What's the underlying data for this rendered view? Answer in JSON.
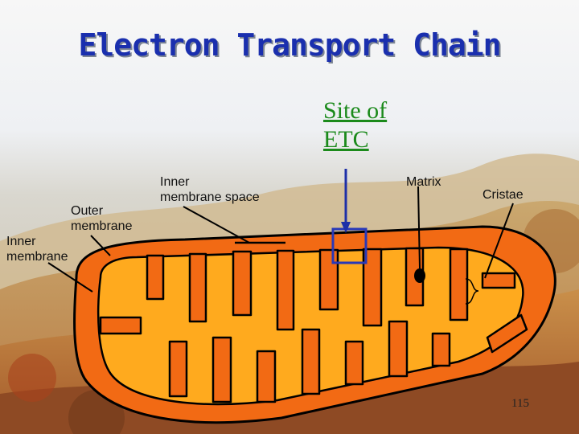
{
  "title": "Electron Transport Chain",
  "labels": {
    "site_line1": "Site of",
    "site_line2": "ETC",
    "outer_line1": "Outer",
    "outer_line2": "membrane",
    "inner_line1": "Inner",
    "inner_line2": "membrane",
    "ims_line1": "Inner",
    "ims_line2": "membrane space",
    "matrix": "Matrix",
    "cristae": "Cristae"
  },
  "page_number": "115",
  "colors": {
    "title": "#1a2fae",
    "site_label": "#1b8a1b",
    "outer_membrane": "#f26a14",
    "inner_fill": "#ffaa1e",
    "outline": "#000000",
    "etc_box": "#2838b8",
    "arrow": "#1d2fa8"
  }
}
